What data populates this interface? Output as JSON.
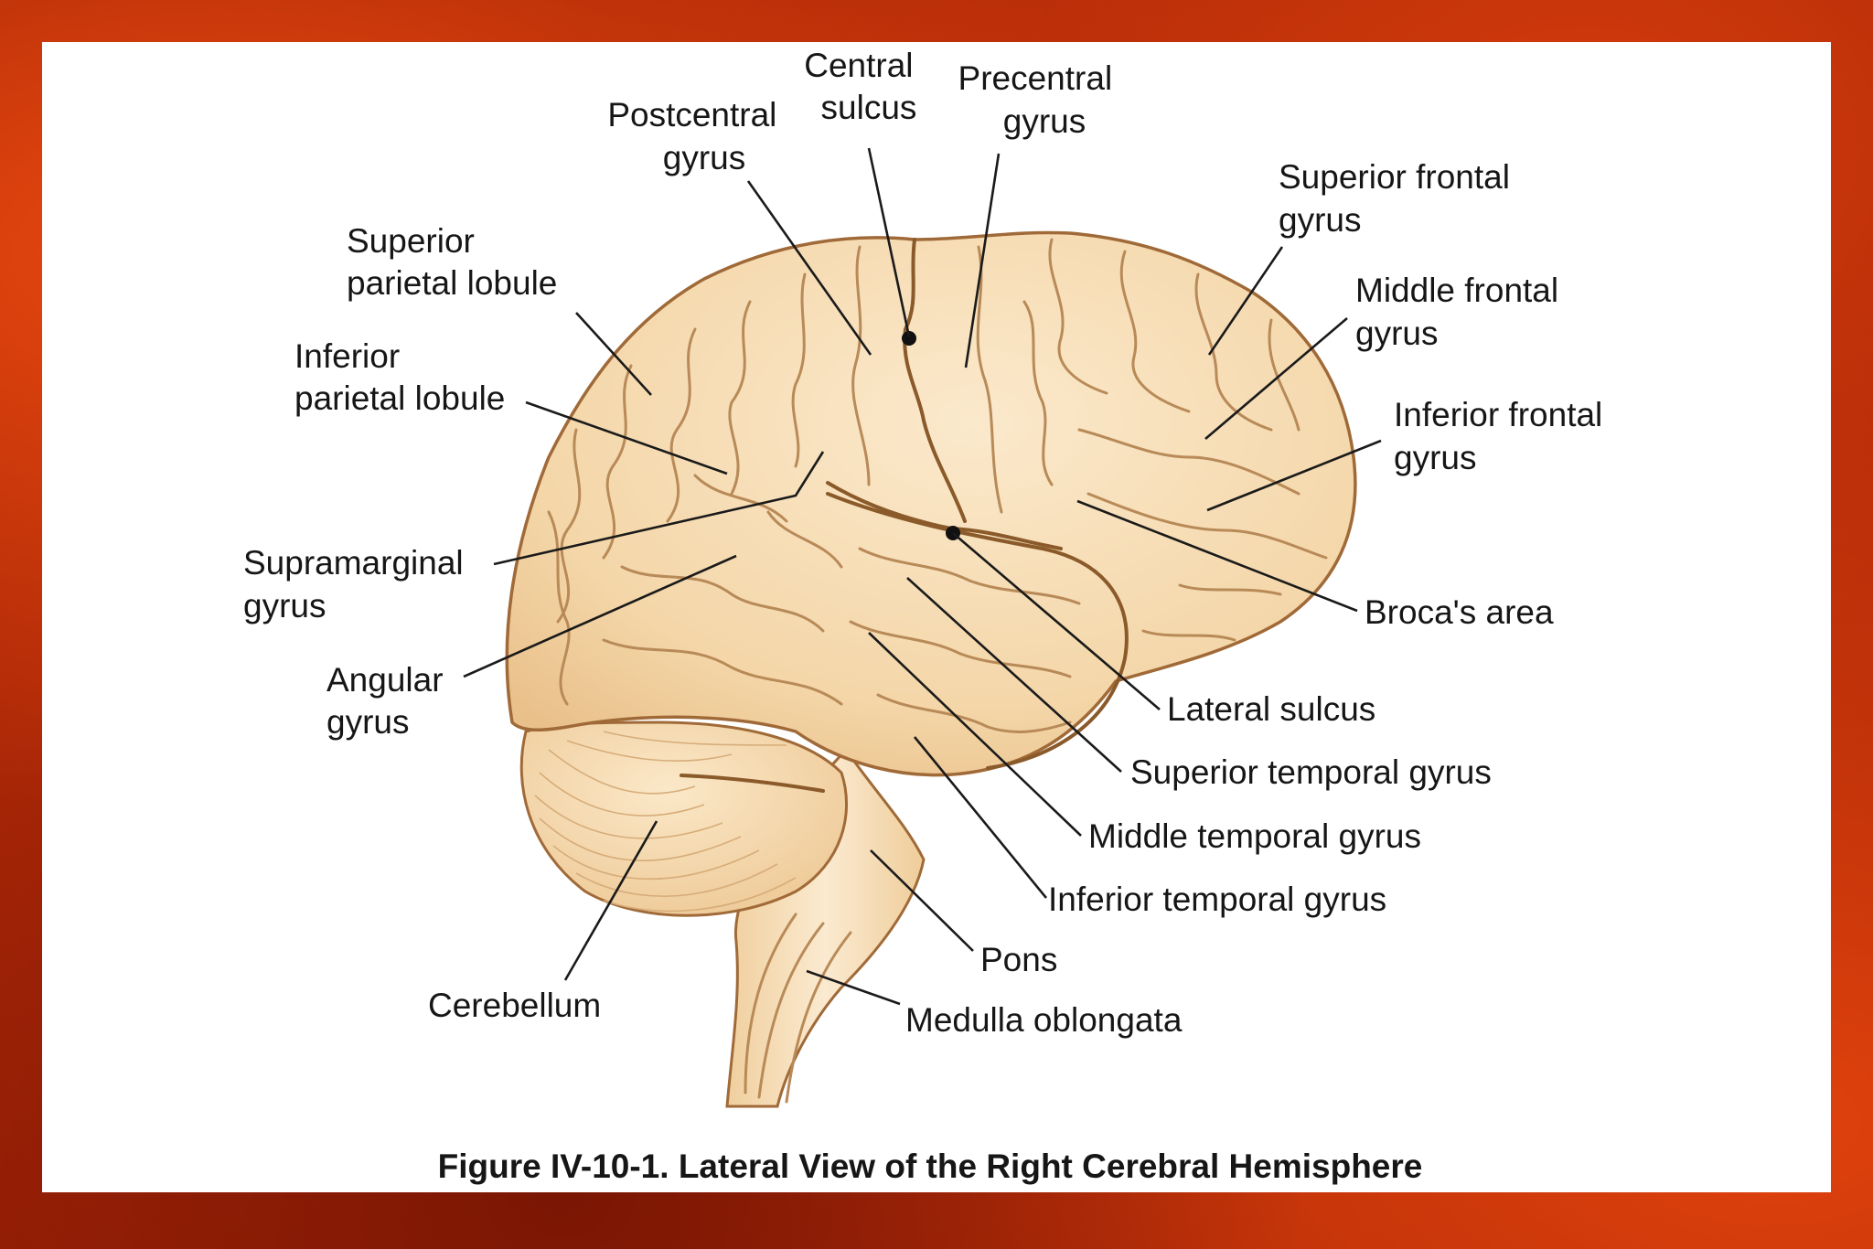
{
  "figure": {
    "caption": "Figure IV-10-1. Lateral View of the Right Cerebral Hemisphere",
    "colors": {
      "background": "#c9330a",
      "panel": "#ffffff",
      "brain_fill": "#f6dcb3",
      "brain_outline": "#a06a38",
      "text": "#161616"
    },
    "labels": {
      "central_sulcus": [
        "Central",
        "sulcus"
      ],
      "precentral_gyrus": [
        "Precentral",
        "gyrus"
      ],
      "postcentral_gyrus": [
        "Postcentral",
        "gyrus"
      ],
      "superior_parietal_lobule": [
        "Superior",
        "parietal lobule"
      ],
      "inferior_parietal_lobule": [
        "Inferior",
        "parietal lobule"
      ],
      "supramarginal_gyrus": [
        "Supramarginal",
        "gyrus"
      ],
      "angular_gyrus": [
        "Angular",
        "gyrus"
      ],
      "cerebellum": "Cerebellum",
      "superior_frontal_gyrus": [
        "Superior frontal",
        "gyrus"
      ],
      "middle_frontal_gyrus": [
        "Middle frontal",
        "gyrus"
      ],
      "inferior_frontal_gyrus": [
        "Inferior frontal",
        "gyrus"
      ],
      "brocas_area": "Broca's area",
      "lateral_sulcus": "Lateral sulcus",
      "superior_temporal_gyrus": "Superior temporal gyrus",
      "middle_temporal_gyrus": "Middle temporal gyrus",
      "inferior_temporal_gyrus": "Inferior temporal gyrus",
      "pons": "Pons",
      "medulla_oblongata": "Medulla oblongata"
    }
  }
}
